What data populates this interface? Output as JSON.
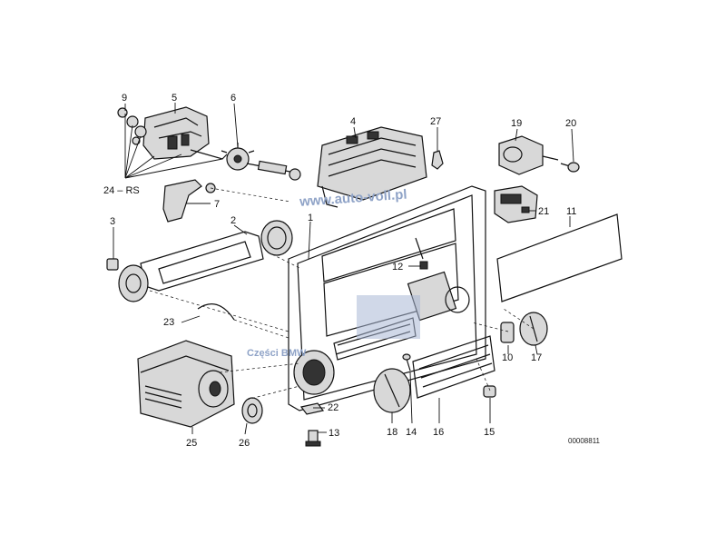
{
  "diagram": {
    "part_labels": {
      "p1": "1",
      "p2": "2",
      "p3": "3",
      "p4": "4",
      "p5": "5",
      "p6": "6",
      "p7": "7",
      "p9": "9",
      "p10": "10",
      "p11": "11",
      "p12": "12",
      "p13": "13",
      "p14": "14",
      "p15": "15",
      "p16": "16",
      "p17": "17",
      "p18": "18",
      "p19": "19",
      "p20": "20",
      "p21": "21",
      "p22": "22",
      "p23": "23",
      "p24": "24 – RS",
      "p25": "25",
      "p26": "26",
      "p27": "27"
    },
    "diagram_code": "00008811"
  },
  "watermarks": {
    "site": "www.auto-voll.pl",
    "caption": "Części BMW"
  }
}
